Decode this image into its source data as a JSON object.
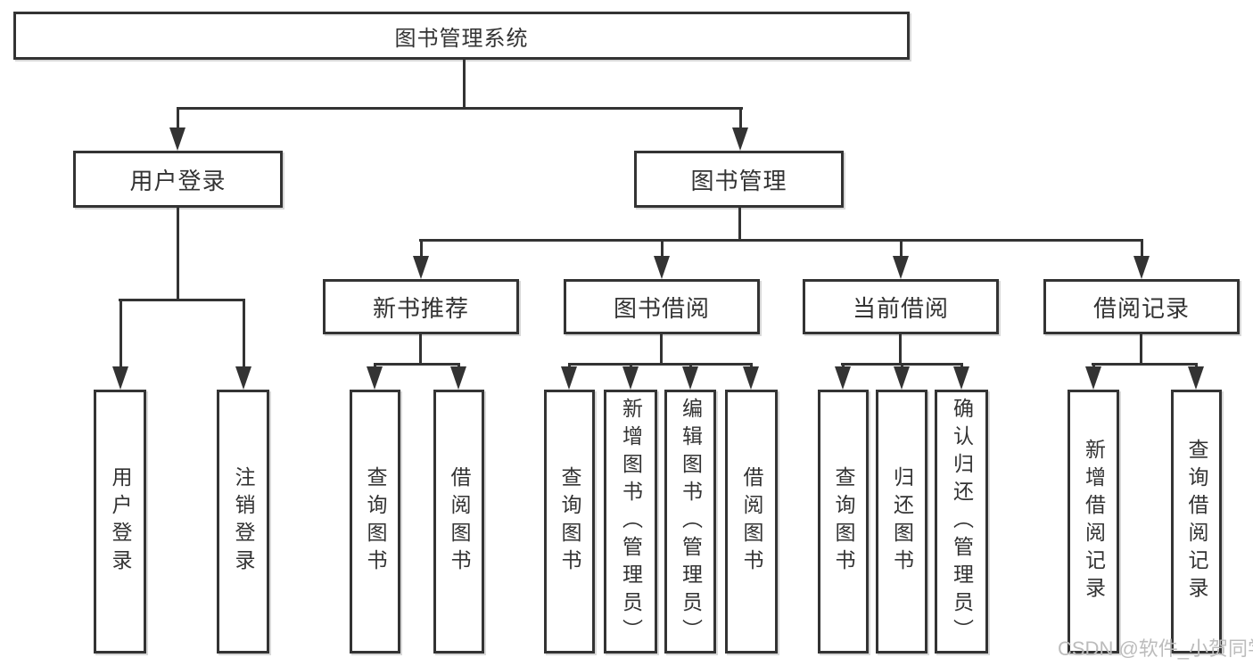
{
  "diagram_title": "图书管理系统",
  "watermark": "CSDN @软件_小贺同学",
  "colors": {
    "line": "#333333",
    "text": "#333333",
    "background": "#ffffff",
    "watermark": "#bcbcbc"
  },
  "tree": {
    "root": {
      "label": "图书管理系统"
    },
    "branches": [
      {
        "label": "用户登录",
        "children": [
          {
            "label": "用户登录"
          },
          {
            "label": "注销登录"
          }
        ]
      },
      {
        "label": "图书管理",
        "children": [
          {
            "label": "新书推荐",
            "children": [
              {
                "label": "查询图书"
              },
              {
                "label": "借阅图书"
              }
            ]
          },
          {
            "label": "图书借阅",
            "children": [
              {
                "label": "查询图书"
              },
              {
                "label": "新增图书（管理员）"
              },
              {
                "label": "编辑图书（管理员）"
              },
              {
                "label": "借阅图书"
              }
            ]
          },
          {
            "label": "当前借阅",
            "children": [
              {
                "label": "查询图书"
              },
              {
                "label": "归还图书"
              },
              {
                "label": "确认归还（管理员）"
              }
            ]
          },
          {
            "label": "借阅记录",
            "children": [
              {
                "label": "新增借阅记录"
              },
              {
                "label": "查询借阅记录"
              }
            ]
          }
        ]
      }
    ]
  }
}
